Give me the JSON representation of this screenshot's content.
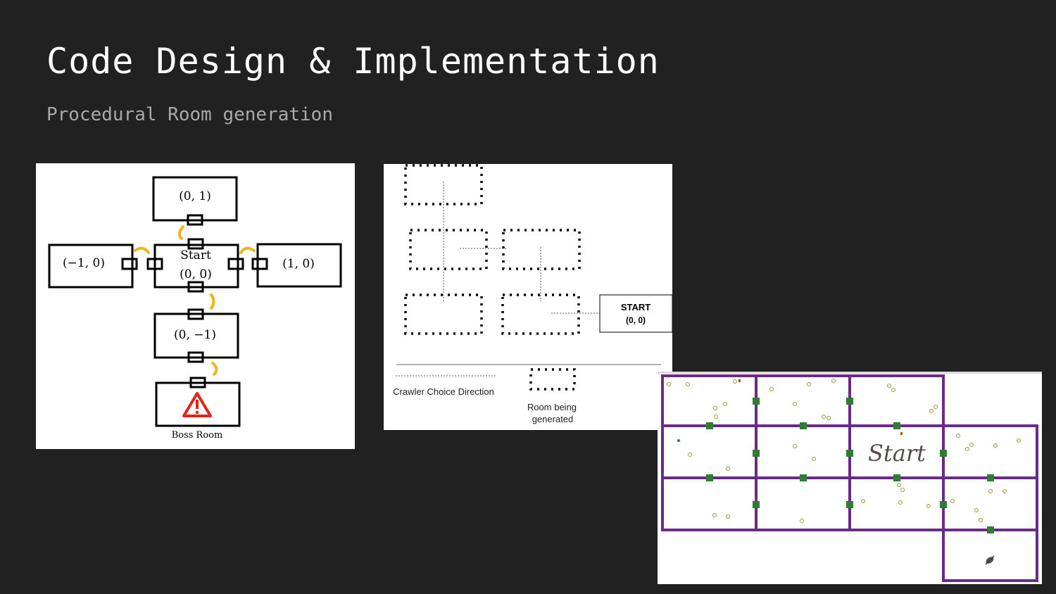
{
  "slide": {
    "title": "Code Design & Implementation",
    "subtitle": "Procedural Room generation"
  },
  "room_diagram": {
    "top_room": "(0, 1)",
    "left_room": "(−1, 0)",
    "right_room": "(1, 0)",
    "start_label": "Start",
    "start_coords": "(0, 0)",
    "bottom_room": "(0, −1)",
    "boss_label": "Boss Room",
    "connector_color": "#f3b31b",
    "warning_color": "#e2231a"
  },
  "crawler_diagram": {
    "start_label": "START",
    "start_coords": "(0, 0)",
    "legend_crawler": "Crawler Choice Direction",
    "legend_room_line1": "Room being",
    "legend_room_line2": "generated"
  },
  "game_map": {
    "start_text": "Start",
    "wall_color": "#6a2c82",
    "door_color": "#2e7d32"
  }
}
